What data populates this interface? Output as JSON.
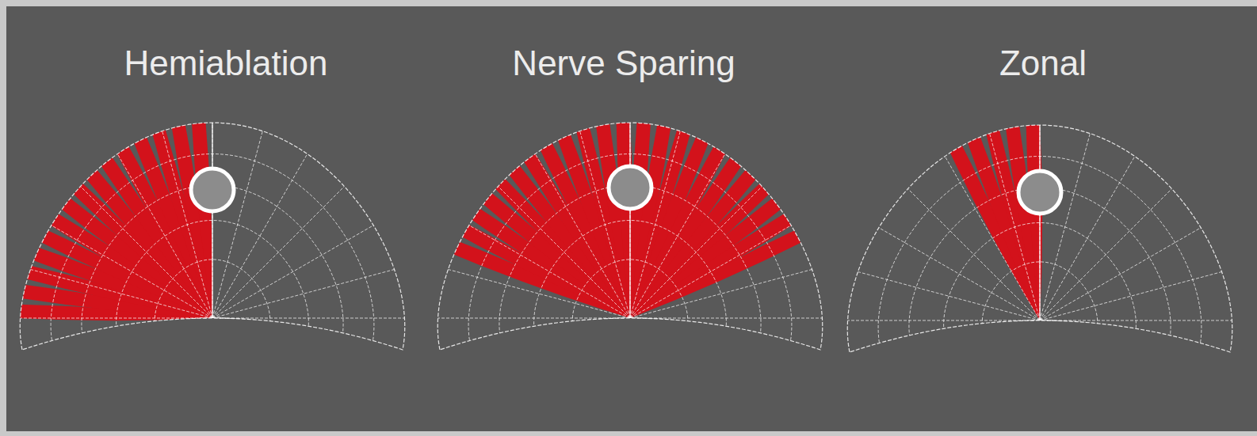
{
  "diagram": {
    "labels": [
      "Hemiablation",
      "Nerve Sparing",
      "Zonal"
    ]
  }
}
